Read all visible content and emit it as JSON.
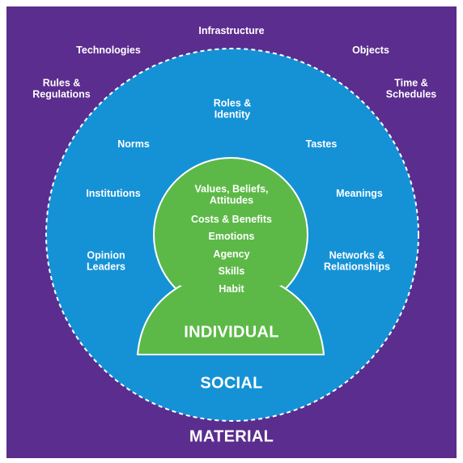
{
  "material": {
    "title": "MATERIAL",
    "items": [
      "Infrastructure",
      "Technologies",
      "Objects",
      "Rules &\nRegulations",
      "Time &\nSchedules"
    ],
    "color": "#5b2d8e"
  },
  "social": {
    "title": "SOCIAL",
    "items": [
      "Roles &\nIdentity",
      "Norms",
      "Tastes",
      "Institutions",
      "Meanings",
      "Opinion\nLeaders",
      "Networks &\nRelationships"
    ],
    "color": "#1592d6"
  },
  "individual": {
    "title": "INDIVIDUAL",
    "items": [
      "Values, Beliefs,\nAttitudes",
      "Costs & Benefits",
      "Emotions",
      "Agency",
      "Skills",
      "Habit"
    ],
    "color": "#5cb947"
  }
}
